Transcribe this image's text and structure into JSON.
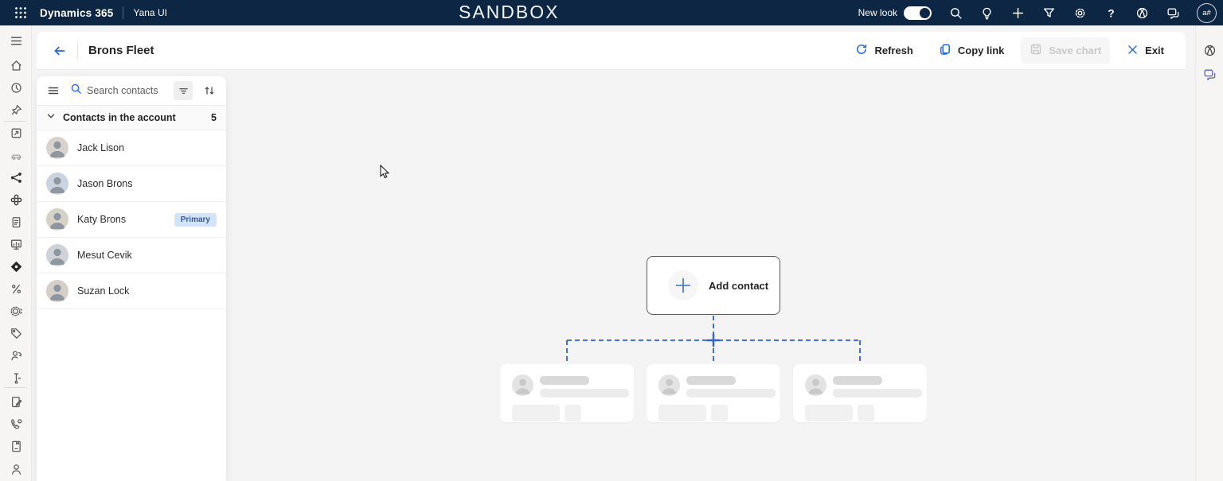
{
  "topbar": {
    "app": "Dynamics 365",
    "environment": "Yana UI",
    "banner": "SANDBOX",
    "new_look_label": "New look",
    "new_look_state": "on",
    "help_glyph": "?",
    "avatar": "a#",
    "icons": [
      "waffle-menu",
      "search",
      "lightbulb",
      "add",
      "filter",
      "settings",
      "help",
      "copilot",
      "feedback",
      "account-avatar"
    ]
  },
  "command_bar": {
    "title": "Brons Fleet",
    "refresh_label": "Refresh",
    "copy_link_label": "Copy link",
    "save_chart_label": "Save chart",
    "save_chart_disabled": true,
    "exit_label": "Exit"
  },
  "contacts_panel": {
    "search_placeholder": "Search contacts",
    "group_label": "Contacts in the account",
    "group_count": "5",
    "contacts": [
      {
        "name": "Jack Lison"
      },
      {
        "name": "Jason Brons"
      },
      {
        "name": "Katy Brons",
        "badge": "Primary"
      },
      {
        "name": "Mesut Cevik"
      },
      {
        "name": "Suzan Lock"
      }
    ]
  },
  "org_chart": {
    "add_contact_label": "Add contact",
    "placeholder_card_count": 3
  },
  "left_rail_icons": [
    "menu",
    "home",
    "recent",
    "pin",
    "promoted-page",
    "vehicles",
    "connections",
    "apps-flower",
    "notes",
    "dashboards",
    "org-chart",
    "sales-percent",
    "sync-settings",
    "tags",
    "contact-sync",
    "tools",
    "tasks",
    "phone-calls",
    "knowledge",
    "person"
  ],
  "right_rail_icons": [
    "copilot",
    "teams-chat"
  ],
  "colors": {
    "topbar_bg": "#0d2644",
    "accent_blue": "#2266e3",
    "connector_blue": "#2f5ede",
    "canvas_bg": "#f4f4f4",
    "badge_bg": "#d3e3f8",
    "badge_text": "#3a5c8f"
  }
}
